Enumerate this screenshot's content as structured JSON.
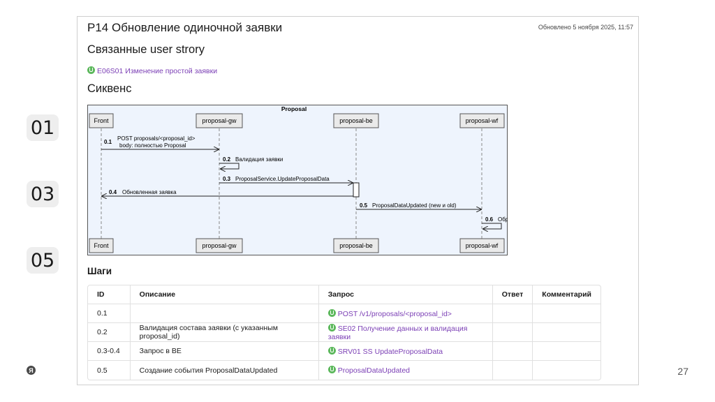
{
  "slide": {
    "side_numbers": [
      "01",
      "03",
      "05"
    ],
    "page_number": "27",
    "logo_letter": "Я"
  },
  "doc": {
    "title": "P14 Обновление одиночной заявки",
    "updated": "Обновлено 5 ноября 2025, 11:57",
    "related_heading": "Связанные user strory",
    "related_link": "E06S01 Изменение простой заявки",
    "sequence_heading": "Сиквенс",
    "steps_heading": "Шаги"
  },
  "diagram": {
    "frame_title": "Proposal",
    "participants": [
      "Front",
      "proposal-gw",
      "proposal-be",
      "proposal-wf"
    ],
    "messages": [
      {
        "num": "0.1",
        "text": "POST proposals/<proposal_id>",
        "text2": "body: полностью Proposal",
        "from": 0,
        "to": 1
      },
      {
        "num": "0.2",
        "text": "Валидация заявки",
        "from": 1,
        "to": 1
      },
      {
        "num": "0.3",
        "text": "ProposalService.UpdateProposalData",
        "from": 1,
        "to": 2
      },
      {
        "num": "0.4",
        "text": "Обновленная заявка",
        "from": 2,
        "to": 0
      },
      {
        "num": "0.5",
        "text": "ProposalDataUpdated (new и old)",
        "from": 2,
        "to": 3
      },
      {
        "num": "0.6",
        "text": "Обработка события",
        "from": 3,
        "to": 3
      }
    ],
    "colors": {
      "frame_bg": "#eef4fd",
      "box_bg": "#eaeaea",
      "line": "#222222"
    }
  },
  "table": {
    "headers": [
      "ID",
      "Описание",
      "Запрос",
      "Ответ",
      "Комментарий"
    ],
    "rows": [
      {
        "id": "0.1",
        "desc": "",
        "request": "POST /v1/proposals/<proposal_id>",
        "response": "",
        "comment": ""
      },
      {
        "id": "0.2",
        "desc": "Валидация состава заявки (с указанным proposal_id)",
        "request": "SE02 Получение данных и валидация заявки",
        "response": "",
        "comment": ""
      },
      {
        "id": "0.3-0.4",
        "desc": "Запрос в BE",
        "request": "SRV01 SS UpdateProposalData",
        "response": "",
        "comment": ""
      },
      {
        "id": "0.5",
        "desc": "Создание события ProposalDataUpdated",
        "request": "ProposalDataUpdated",
        "response": "",
        "comment": ""
      }
    ]
  }
}
